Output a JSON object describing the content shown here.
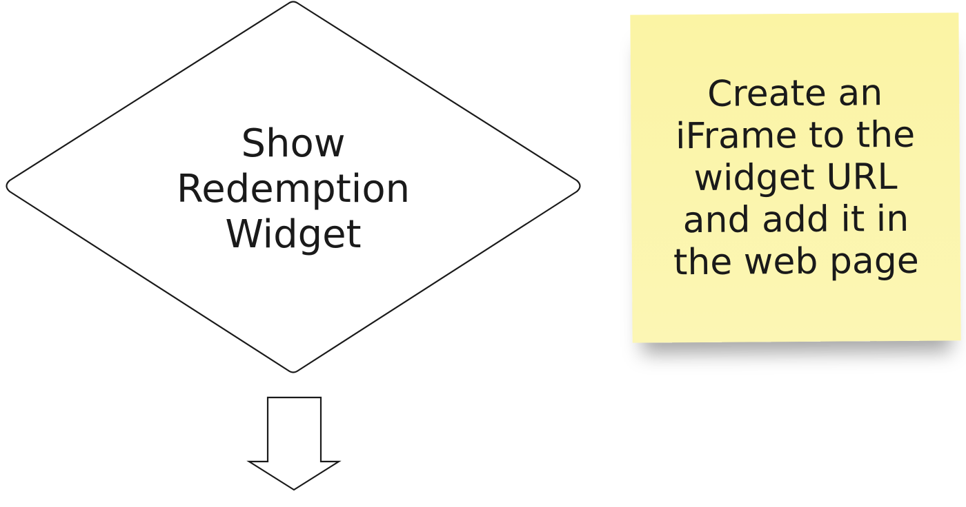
{
  "decision": {
    "lines": [
      "Show",
      "Redemption",
      "Widget"
    ]
  },
  "note": {
    "lines": [
      "Create an",
      "iFrame to the",
      "widget URL",
      "and add it in",
      "the web page"
    ]
  },
  "colors": {
    "stroke": "#1a1a1a",
    "note_fill": "#fbf5aa",
    "text": "#1a1a1a"
  },
  "icons": {
    "arrow": "down-arrow-icon"
  }
}
